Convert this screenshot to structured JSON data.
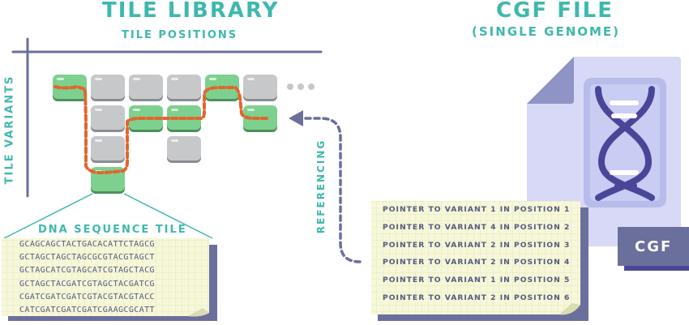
{
  "library": {
    "title": "TILE LIBRARY",
    "positions_label": "TILE POSITIONS",
    "variants_label": "TILE VARIANTS"
  },
  "dna": {
    "label": "DNA SEQUENCE TILE",
    "lines": [
      "GCAGCAGCTACTGACACATTCTAGCG",
      "GCTAGCTAGCTAGCGCGTACGTAGCT",
      "GCTAGCATCGTAGCATCGTAGCTACG",
      "GCTAGCTACGATCGTAGCTACGATCG",
      "CGATCGATCGATCGTACGTACGTACC",
      "CATCGATCGATCGATCGAAGCGCATT"
    ]
  },
  "referencing_label": "REFERENCING",
  "cgf": {
    "title": "CGF FILE",
    "subtitle": "(SINGLE GENOME)",
    "badge": "CGF",
    "pointers": [
      "POINTER TO VARIANT 1 IN POSITION 1",
      "POINTER TO VARIANT 4 IN POSITION 2",
      "POINTER TO VARIANT 2 IN POSITION 3",
      "POINTER TO VARIANT 2 IN POSITION 4",
      "POINTER TO VARIANT 1 IN POSITION 5",
      "POINTER TO VARIANT 2 IN POSITION 6"
    ]
  },
  "colors": {
    "teal": "#3fb8ad",
    "green_tile": "#7ed08e",
    "gray_tile": "#c6c8ca",
    "path": "#e1662e",
    "axis": "#6b6f9c",
    "paper": "#f7f7d9",
    "file": "#d7d9f6",
    "dna_dark": "#4a4697"
  }
}
